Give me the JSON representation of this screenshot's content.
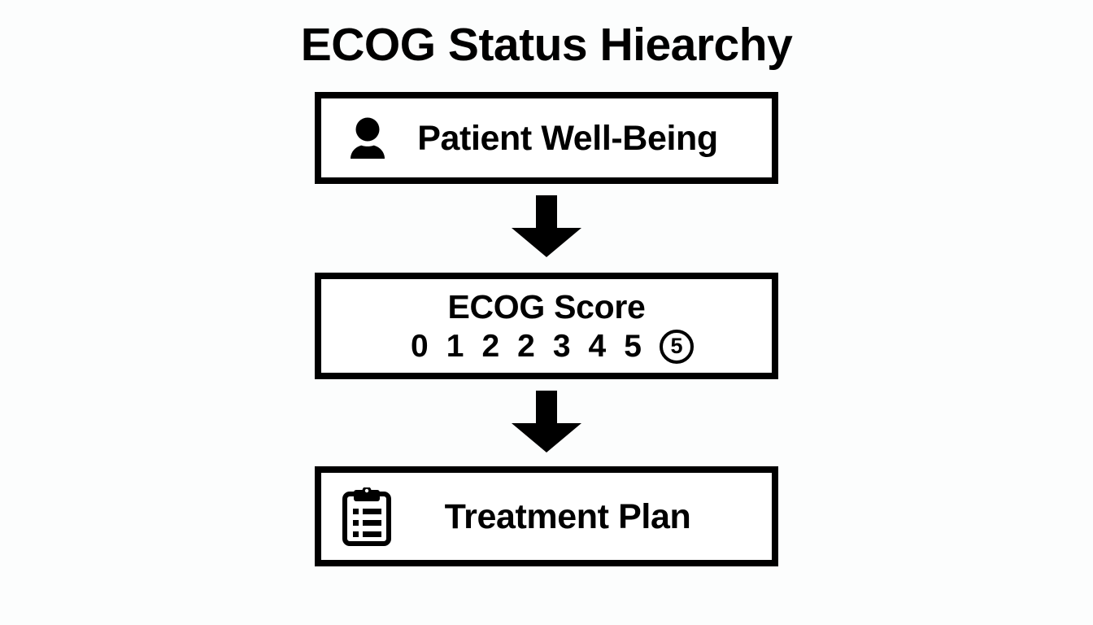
{
  "title": "ECOG Status Hiearchy",
  "colors": {
    "background": "#fcfdfd",
    "box_fill": "#ffffff",
    "stroke": "#000000",
    "text": "#000000"
  },
  "nodes": [
    {
      "id": "patient-well-being",
      "label": "Patient Well-Being",
      "icon": "person-icon"
    },
    {
      "id": "ecog-score",
      "label": "ECOG Score",
      "icon": null,
      "scores": [
        "0",
        "1",
        "2",
        "2",
        "3",
        "4",
        "5"
      ],
      "highlighted_score": "5"
    },
    {
      "id": "treatment-plan",
      "label": "Treatment Plan",
      "icon": "clipboard-icon"
    }
  ],
  "connectors": [
    {
      "id": "arrow-1",
      "icon": "arrow-down-icon",
      "from": "patient-well-being",
      "to": "ecog-score"
    },
    {
      "id": "arrow-2",
      "icon": "arrow-down-icon",
      "from": "ecog-score",
      "to": "treatment-plan"
    }
  ]
}
